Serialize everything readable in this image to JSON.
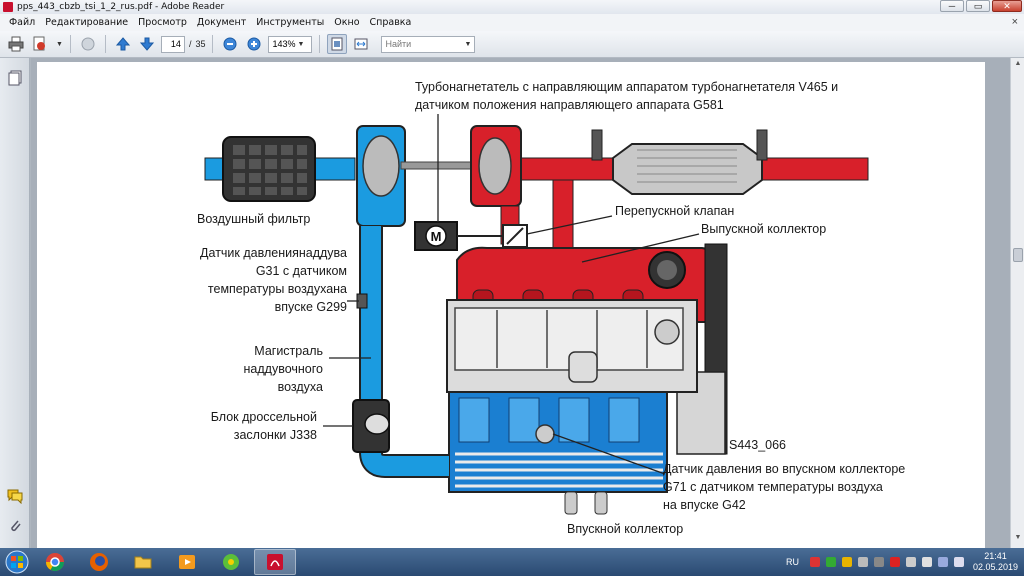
{
  "window": {
    "title": "pps_443_cbzb_tsi_1_2_rus.pdf - Adobe Reader",
    "buttons": {
      "minimize": "─",
      "maximize": "▭",
      "close": "✕"
    }
  },
  "menu": {
    "items": [
      "Файл",
      "Редактирование",
      "Просмотр",
      "Документ",
      "Инструменты",
      "Окно",
      "Справка"
    ],
    "close_glyph": "×"
  },
  "toolbar": {
    "current_page": "14",
    "page_separator": "/",
    "total_pages": "35",
    "zoom": "143%",
    "search_placeholder": "Найти"
  },
  "diagram": {
    "label_turbo": "Турбонагнетатель с направляющим аппаратом турбонагнетателя V465 и",
    "label_turbo_2": "датчиком положения направляющего аппарата G581",
    "label_air_filter": "Воздушный фильтр",
    "label_bypass": "Перепускной клапан",
    "label_exhaust": "Выпускной коллектор",
    "label_boost_1": "Датчик давлениянаддува",
    "label_boost_2": "G31 с датчиком",
    "label_boost_3": "температуры воздухана",
    "label_boost_4": "впуске G299",
    "label_main_1": "Магистраль",
    "label_main_2": "наддувочного",
    "label_main_3": "воздуха",
    "label_throttle_1": "Блок дроссельной",
    "label_throttle_2": "заслонки J338",
    "label_code": "S443_066",
    "label_map_1": "Датчик давления во впускном коллекторе",
    "label_map_2": "G71 с датчиком температуры воздуха",
    "label_map_3": "на впуске G42",
    "label_intake": "Впускной коллектор",
    "motor_letter": "M"
  },
  "taskbar": {
    "lang": "RU",
    "time": "21:41",
    "date": "02.05.2019"
  },
  "colors": {
    "cool_blue": "#1b9be0",
    "hot_red": "#d8202a",
    "dark_outline": "#222222"
  }
}
